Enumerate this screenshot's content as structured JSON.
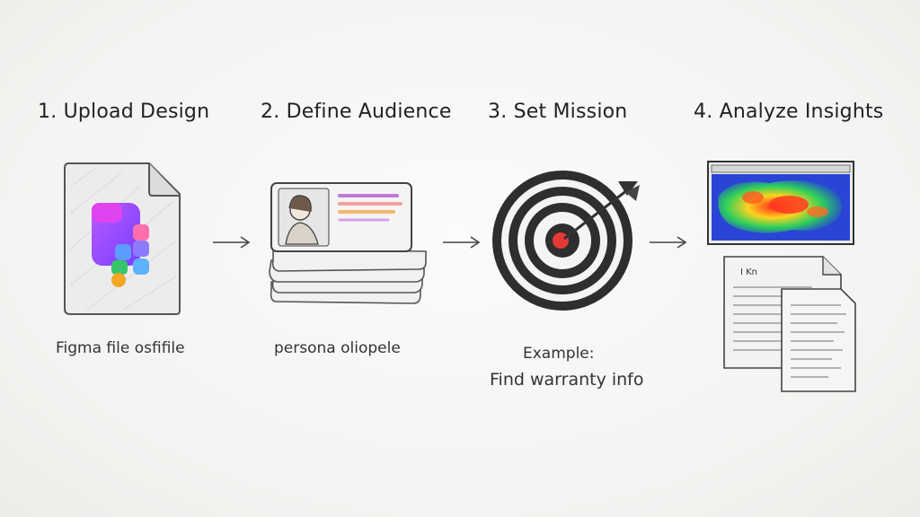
{
  "steps": [
    {
      "title": "1. Upload Design",
      "caption": "Figma file osfifile",
      "icon": "figma-file-icon"
    },
    {
      "title": "2. Define Audience",
      "caption": "persona oliopele",
      "icon": "persona-cards-icon"
    },
    {
      "title": "3. Set Mission",
      "caption_line1": "Example:",
      "caption_line2": "Find warranty info",
      "icon": "target-icon"
    },
    {
      "title": "4. Analyze Insights",
      "icon": "heatmap-report-icon"
    }
  ],
  "arrows": [
    "arrow-right-icon",
    "arrow-right-icon",
    "arrow-right-icon"
  ],
  "colors": {
    "figma_purple": "#a259ff",
    "figma_pink": "#e040fb",
    "target_center": "#e53935",
    "pencil": "#3a3a3a"
  }
}
